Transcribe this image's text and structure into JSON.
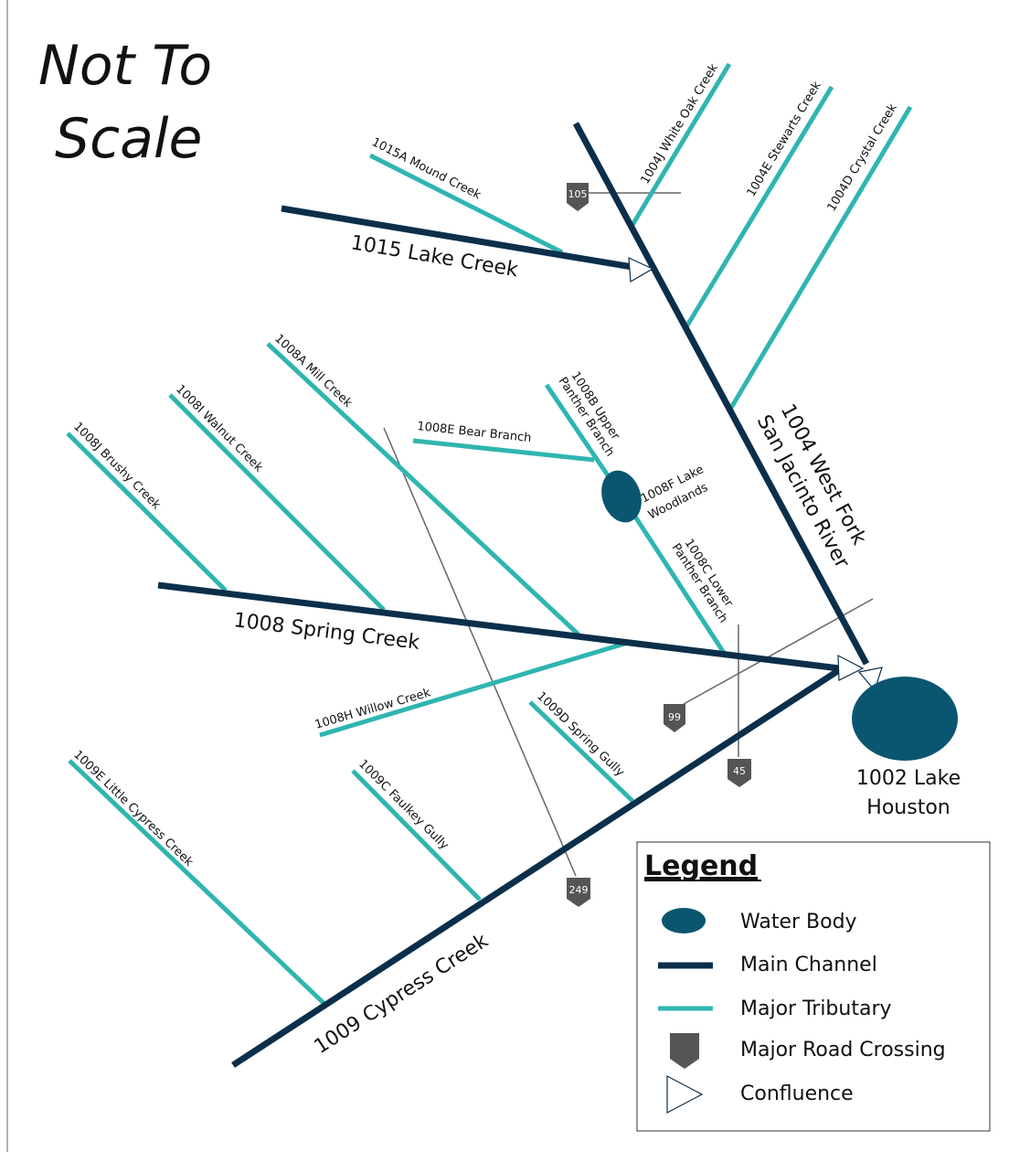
{
  "title": [
    "Not To",
    "Scale"
  ],
  "colors": {
    "main_channel": "#0b2f4a",
    "tributary": "#2fb5b0",
    "water_body": "#0a5670",
    "road": "#666666",
    "road_shield": "#555555"
  },
  "main_channels": {
    "lake_creek": "1015 Lake Creek",
    "west_fork": [
      "1004 West Fork",
      "San Jacinto River"
    ],
    "spring_creek": "1008 Spring Creek",
    "cypress_creek": "1009 Cypress Creek"
  },
  "tributaries": {
    "mound_creek": "1015A Mound Creek",
    "white_oak": "1004J White Oak Creek",
    "stewarts": "1004E Stewarts Creek",
    "crystal": "1004D Crystal Creek",
    "mill": "1008A Mill Creek",
    "walnut": "1008I Walnut Creek",
    "brushy": "1008J Brushy Creek",
    "bear_branch": "1008E Bear Branch",
    "upper_panther": [
      "1008B Upper",
      "Panther Branch"
    ],
    "lower_panther": [
      "1008C Lower",
      "Panther Branch"
    ],
    "willow": "1008H Willow Creek",
    "spring_gully": "1009D Spring Gully",
    "faulkey": "1009C Faulkey Gully",
    "little_cypress": "1009E Little Cypress Creek"
  },
  "water_bodies": {
    "lake_woodlands": [
      "1008F Lake",
      "Woodlands"
    ],
    "lake_houston": [
      "1002 Lake",
      "Houston"
    ]
  },
  "roads": {
    "r105": "105",
    "r99": "99",
    "r45": "45",
    "r249": "249"
  },
  "legend": {
    "title": "Legend",
    "items": [
      "Water Body",
      "Main Channel",
      "Major Tributary",
      "Major Road Crossing",
      "Confluence"
    ]
  }
}
